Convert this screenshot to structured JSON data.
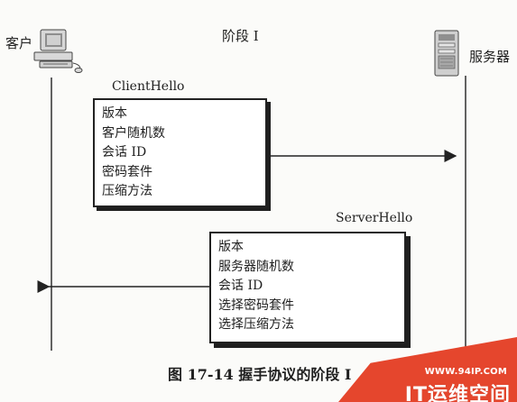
{
  "phase_title": "阶段 I",
  "client": {
    "label": "客户",
    "icon": "computer-icon"
  },
  "server": {
    "label": "服务器",
    "icon": "server-icon"
  },
  "client_hello": {
    "title": "ClientHello",
    "items": [
      "版本",
      "客户随机数",
      "会话 ID",
      "密码套件",
      "压缩方法"
    ]
  },
  "server_hello": {
    "title": "ServerHello",
    "items": [
      "版本",
      "服务器随机数",
      "会话 ID",
      "选择密码套件",
      "选择压缩方法"
    ]
  },
  "caption": "图 17-14   握手协议的阶段 I",
  "watermark": {
    "url": "WWW.94IP.COM",
    "name": "IT运维空间"
  },
  "colors": {
    "line": "#222222",
    "watermark": "#e5462d"
  }
}
